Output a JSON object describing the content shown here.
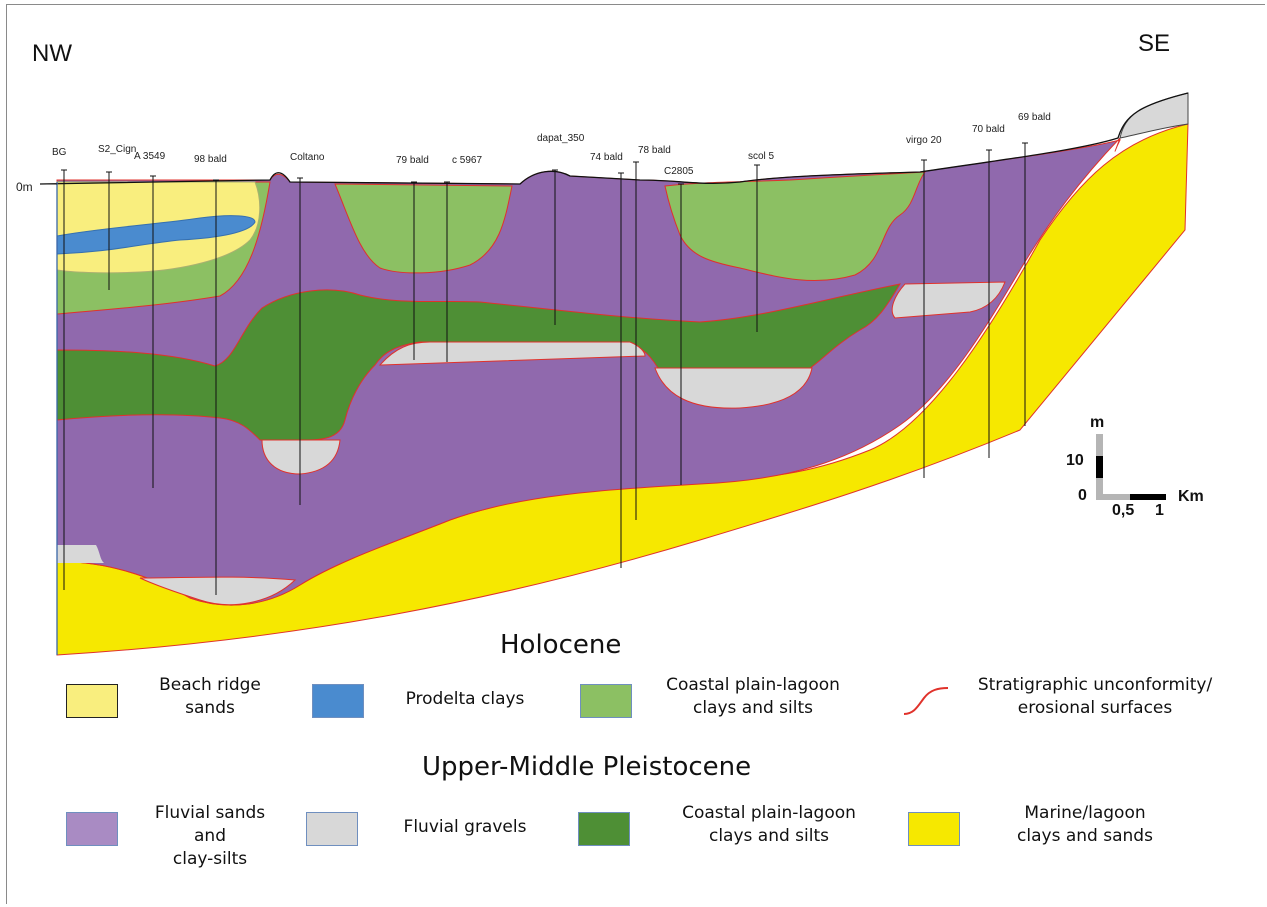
{
  "directions": {
    "left": "NW",
    "right": "SE"
  },
  "datum_label": "0m",
  "wells": [
    {
      "name": "BG"
    },
    {
      "name": "S2_Cign"
    },
    {
      "name": "A 3549"
    },
    {
      "name": "98 bald"
    },
    {
      "name": "Coltano"
    },
    {
      "name": "79 bald"
    },
    {
      "name": "c 5967"
    },
    {
      "name": "dapat_350"
    },
    {
      "name": "74 bald"
    },
    {
      "name": "78 bald"
    },
    {
      "name": "C2805"
    },
    {
      "name": "scol 5"
    },
    {
      "name": "virgo 20"
    },
    {
      "name": "70 bald"
    },
    {
      "name": "69 bald"
    }
  ],
  "scale_bar": {
    "vertical_unit": "m",
    "vertical_value": "10",
    "origin": "0",
    "horizontal_half": "0,5",
    "horizontal_full": "1",
    "horizontal_unit": "Km"
  },
  "legend": {
    "holocene_title": "Holocene",
    "pleistocene_title": "Upper-Middle Pleistocene",
    "holocene_items": [
      {
        "label": "Beach ridge sands",
        "line1": "Beach ridge",
        "line2": "sands",
        "color": "#f9ee7e"
      },
      {
        "label": "Prodelta clays",
        "line1": "Prodelta clays",
        "line2": "",
        "color": "#4a8bcf"
      },
      {
        "label": "Coastal plain-lagoon clays and silts",
        "line1": "Coastal plain-lagoon",
        "line2": "clays and silts",
        "color": "#8cc063"
      },
      {
        "label": "Stratigraphic unconformity/ erosional surfaces",
        "line1": "Stratigraphic unconformity/",
        "line2": "erosional surfaces",
        "color": "#e0322b"
      }
    ],
    "pleistocene_items": [
      {
        "label": "Fluvial sands and clay-silts",
        "line1": "Fluvial sands and",
        "line2": "clay-silts",
        "color": "#a98bc3"
      },
      {
        "label": "Fluvial gravels",
        "line1": "Fluvial gravels",
        "line2": "",
        "color": "#d8d8d8"
      },
      {
        "label": "Coastal plain-lagoon clays and silts",
        "line1": "Coastal plain-lagoon",
        "line2": "clays and silts",
        "color": "#4e8f35"
      },
      {
        "label": "Marine/lagoon clays and sands",
        "line1": "Marine/lagoon",
        "line2": "clays and sands",
        "color": "#f6e800"
      }
    ]
  },
  "colors": {
    "fluvial_sands": "#9069ad",
    "marine": "#f6e800",
    "pleist_lagoon": "#4e8f35",
    "holo_lagoon": "#8cc063",
    "beach": "#f9ee7e",
    "prodelta": "#4a8bcf",
    "gravels": "#d8d8d8",
    "unconformity": "#e0322b"
  }
}
